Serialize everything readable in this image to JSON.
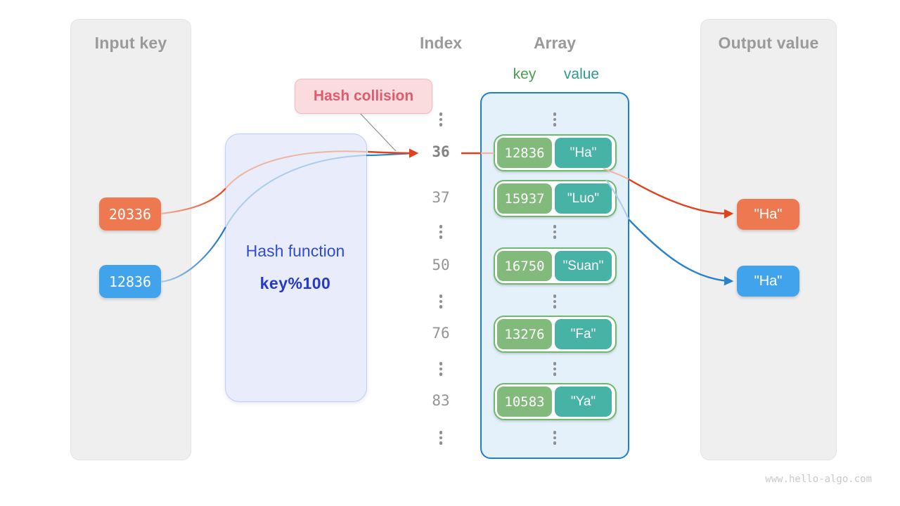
{
  "colors": {
    "input_key_orange": "#ee7951",
    "input_key_blue": "#41a3ec",
    "array_key_green": "#82ba7b",
    "array_value_teal": "#47b2a6",
    "row_border_green": "#6cba6c",
    "array_border_blue": "#1b7ed8",
    "array_bg": "#e4f0fa",
    "hash_box_bg": "#e9ecfa",
    "hash_text_blue": "#2e4cd5",
    "collision_bg": "#fadcde",
    "collision_text": "#e05c6c",
    "panel_gray": "#efefef",
    "heading_gray": "#9a9a9a",
    "arrow_orange": "#e0431c",
    "arrow_blue": "#1a74c4"
  },
  "input_panel": {
    "title": "Input key",
    "keys": [
      "20336",
      "12836"
    ]
  },
  "hash_function": {
    "name": "Hash function",
    "formula": "key%100"
  },
  "collision_label": {
    "text": "Hash collision"
  },
  "index_column": {
    "title": "Index",
    "values": [
      "36",
      "37",
      "50",
      "76",
      "83"
    ]
  },
  "array": {
    "title": "Array",
    "key_header": "key",
    "value_header": "value",
    "rows": [
      {
        "key": "12836",
        "value": "\"Ha\""
      },
      {
        "key": "15937",
        "value": "\"Luo\""
      },
      {
        "key": "16750",
        "value": "\"Suan\""
      },
      {
        "key": "13276",
        "value": "\"Fa\""
      },
      {
        "key": "10583",
        "value": "\"Ya\""
      }
    ]
  },
  "output_panel": {
    "title": "Output value",
    "values": [
      "\"Ha\"",
      "\"Ha\""
    ]
  },
  "watermark": "www.hello-algo.com"
}
